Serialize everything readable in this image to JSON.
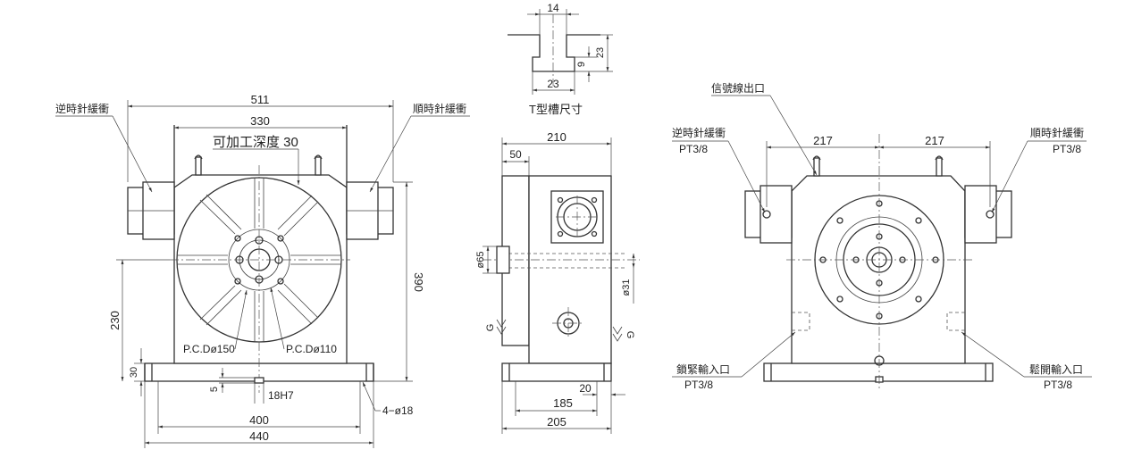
{
  "front_view": {
    "dim_overall_width": "511",
    "dim_body_width": "330",
    "machining_depth_note": "可加工深度 30",
    "label_ccw_buffer": "逆時針緩衝",
    "label_cw_buffer": "順時針緩衝",
    "dim_height": "390",
    "dim_center_height": "230",
    "dim_base": "30",
    "dim_pcd_150": "P.C.Dø150",
    "dim_pcd_110": "P.C.Dø110",
    "dim_key_depth": "5",
    "dim_key_width": "18H7",
    "dim_bolt_span": "400",
    "dim_base_width": "440",
    "dim_holes": "4−ø18"
  },
  "t_slot": {
    "dim_top_width": "14",
    "dim_bottom_width": "23",
    "dim_depth": "9",
    "dim_total": "23",
    "caption": "T型槽尺寸"
  },
  "side_view": {
    "dim_overall_depth": "210",
    "dim_table": "50",
    "dim_shaft": "ø65",
    "dim_bore": "ø31",
    "dim_offset": "20",
    "dim_base_a": "185",
    "dim_base_b": "205",
    "surface_mark": "G"
  },
  "back_view": {
    "label_signal_outlet": "信號線出口",
    "label_ccw_buffer": "逆時針緩衝",
    "label_ccw_port": "PT3/8",
    "label_cw_buffer": "順時針緩衝",
    "label_cw_port": "PT3/8",
    "dim_left": "217",
    "dim_right": "217",
    "label_lock_input": "鎖緊輸入口",
    "label_lock_port": "PT3/8",
    "label_release_input": "鬆開輸入口",
    "label_release_port": "PT3/8"
  }
}
